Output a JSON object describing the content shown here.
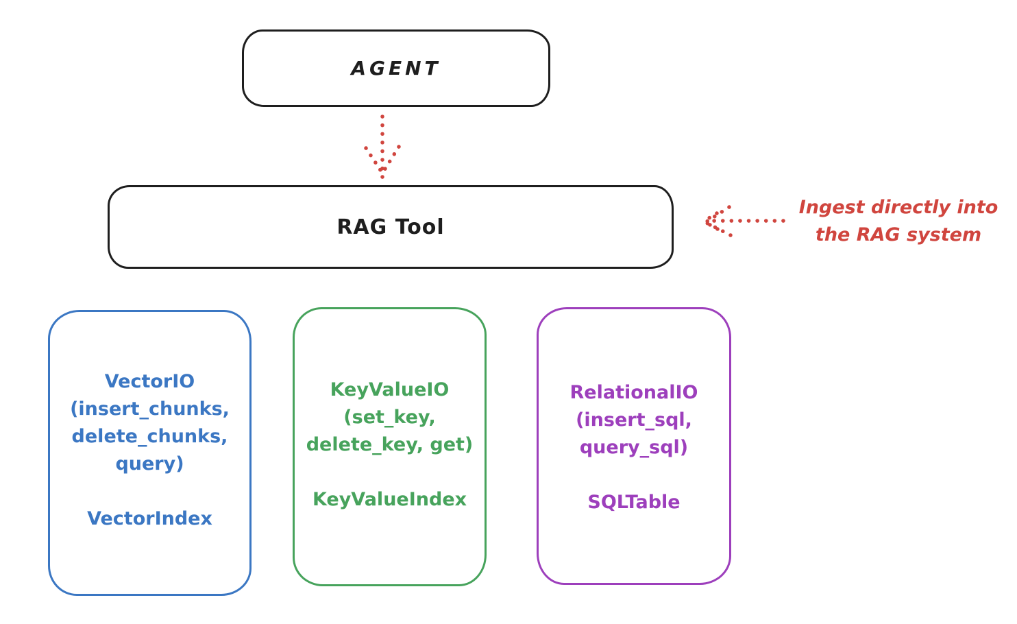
{
  "nodes": {
    "agent": {
      "label": "AGENT"
    },
    "rag_tool": {
      "label": "RAG Tool"
    }
  },
  "annotation": {
    "line1": "Ingest directly into",
    "line2": "the RAG system"
  },
  "backends": [
    {
      "name": "VectorIO",
      "api_lines": [
        "VectorIO",
        "(insert_chunks,",
        "delete_chunks,",
        "query)"
      ],
      "index_label": "VectorIndex",
      "color": "#3b77c3"
    },
    {
      "name": "KeyValueIO",
      "api_lines": [
        "KeyValueIO",
        "(set_key,",
        "delete_key, get)"
      ],
      "index_label": "KeyValueIndex",
      "color": "#47a35c"
    },
    {
      "name": "RelationalIO",
      "api_lines": [
        "RelationalIO",
        "(insert_sql,",
        "query_sql)"
      ],
      "index_label": "SQLTable",
      "color": "#9d3fbc"
    }
  ],
  "arrows": [
    {
      "from": "agent",
      "to": "rag_tool",
      "style": "dotted",
      "color": "#d0453e"
    },
    {
      "from": "annotation",
      "to": "rag_tool",
      "style": "dotted",
      "color": "#d0453e"
    }
  ],
  "colors": {
    "stroke": "#1e1e1e",
    "red": "#d0453e",
    "blue": "#3b77c3",
    "green": "#47a35c",
    "purple": "#9d3fbc",
    "background": "#ffffff"
  }
}
